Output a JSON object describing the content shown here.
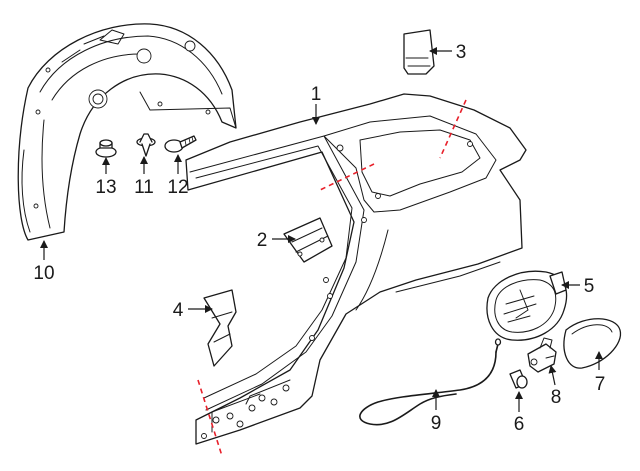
{
  "colors": {
    "line": "#1a1a1a",
    "cut_line": "#e8202a",
    "background": "#ffffff"
  },
  "callouts": [
    {
      "id": "1",
      "label": "1"
    },
    {
      "id": "2",
      "label": "2"
    },
    {
      "id": "3",
      "label": "3"
    },
    {
      "id": "4",
      "label": "4"
    },
    {
      "id": "5",
      "label": "5"
    },
    {
      "id": "6",
      "label": "6"
    },
    {
      "id": "7",
      "label": "7"
    },
    {
      "id": "8",
      "label": "8"
    },
    {
      "id": "9",
      "label": "9"
    },
    {
      "id": "10",
      "label": "10"
    },
    {
      "id": "11",
      "label": "11"
    },
    {
      "id": "12",
      "label": "12"
    },
    {
      "id": "13",
      "label": "13"
    }
  ]
}
